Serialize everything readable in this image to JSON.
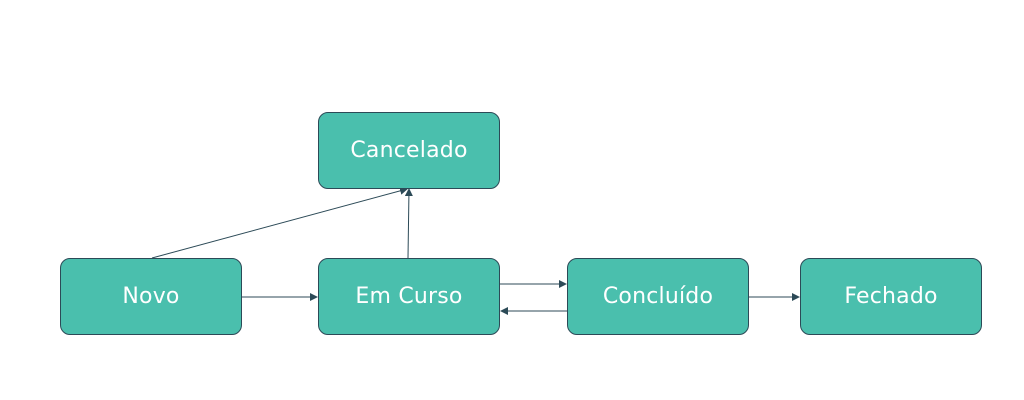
{
  "diagram": {
    "colors": {
      "node_fill": "#4abfad",
      "node_border": "#2c4a57",
      "edge": "#2c4a57",
      "label": "#ffffff"
    },
    "nodes": {
      "cancelado": {
        "label": "Cancelado"
      },
      "novo": {
        "label": "Novo"
      },
      "em_curso": {
        "label": "Em Curso"
      },
      "concluido": {
        "label": "Concluído"
      },
      "fechado": {
        "label": "Fechado"
      }
    },
    "edges": [
      {
        "from": "novo",
        "to": "em_curso"
      },
      {
        "from": "novo",
        "to": "cancelado"
      },
      {
        "from": "em_curso",
        "to": "cancelado"
      },
      {
        "from": "em_curso",
        "to": "concluido"
      },
      {
        "from": "concluido",
        "to": "em_curso"
      },
      {
        "from": "concluido",
        "to": "fechado"
      }
    ]
  }
}
